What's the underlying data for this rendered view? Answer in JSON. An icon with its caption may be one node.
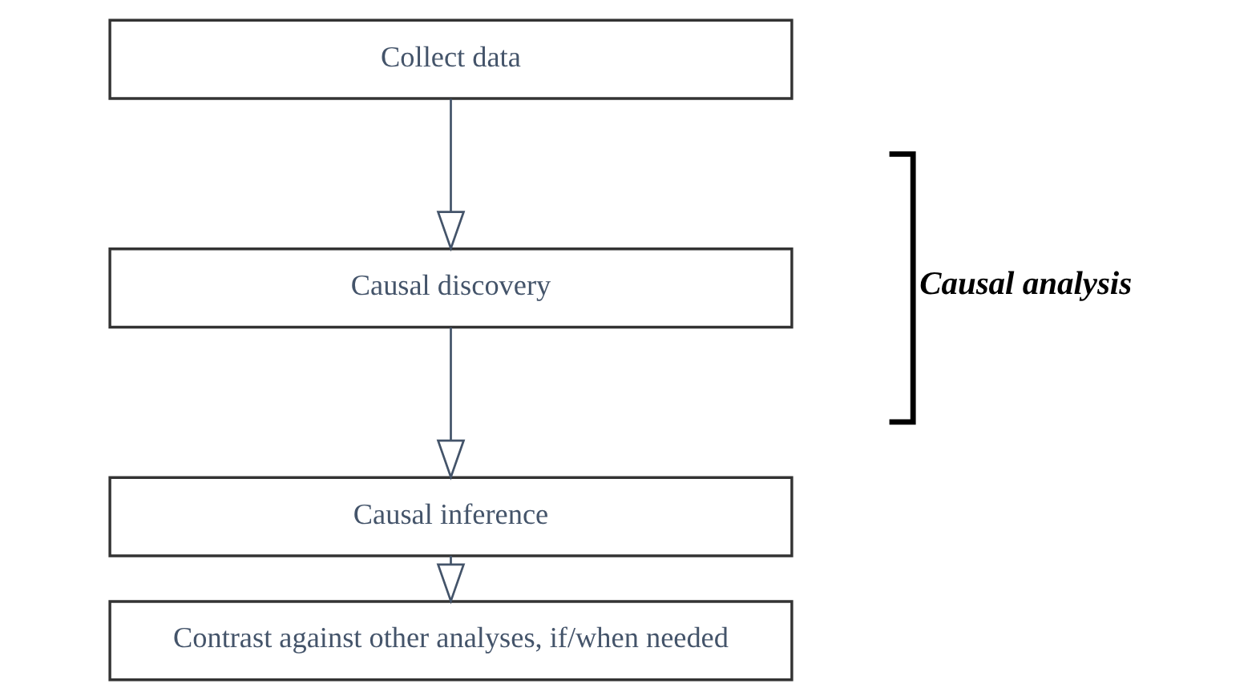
{
  "diagram": {
    "nodes": [
      {
        "text": [
          "Collect data"
        ]
      },
      {
        "text": [
          "Causal discovery"
        ]
      },
      {
        "text": [
          "Causal inference"
        ]
      },
      {
        "text": [
          "Contrast against other analyses, if/when needed"
        ]
      }
    ],
    "edges": [
      {
        "from": 0,
        "to": 1,
        "arrow": "to"
      },
      {
        "from": 1,
        "to": 2,
        "arrow": "to"
      },
      {
        "from": 2,
        "to": 3,
        "arrow": "to"
      }
    ],
    "labels": [
      "Causal analysis"
    ]
  }
}
